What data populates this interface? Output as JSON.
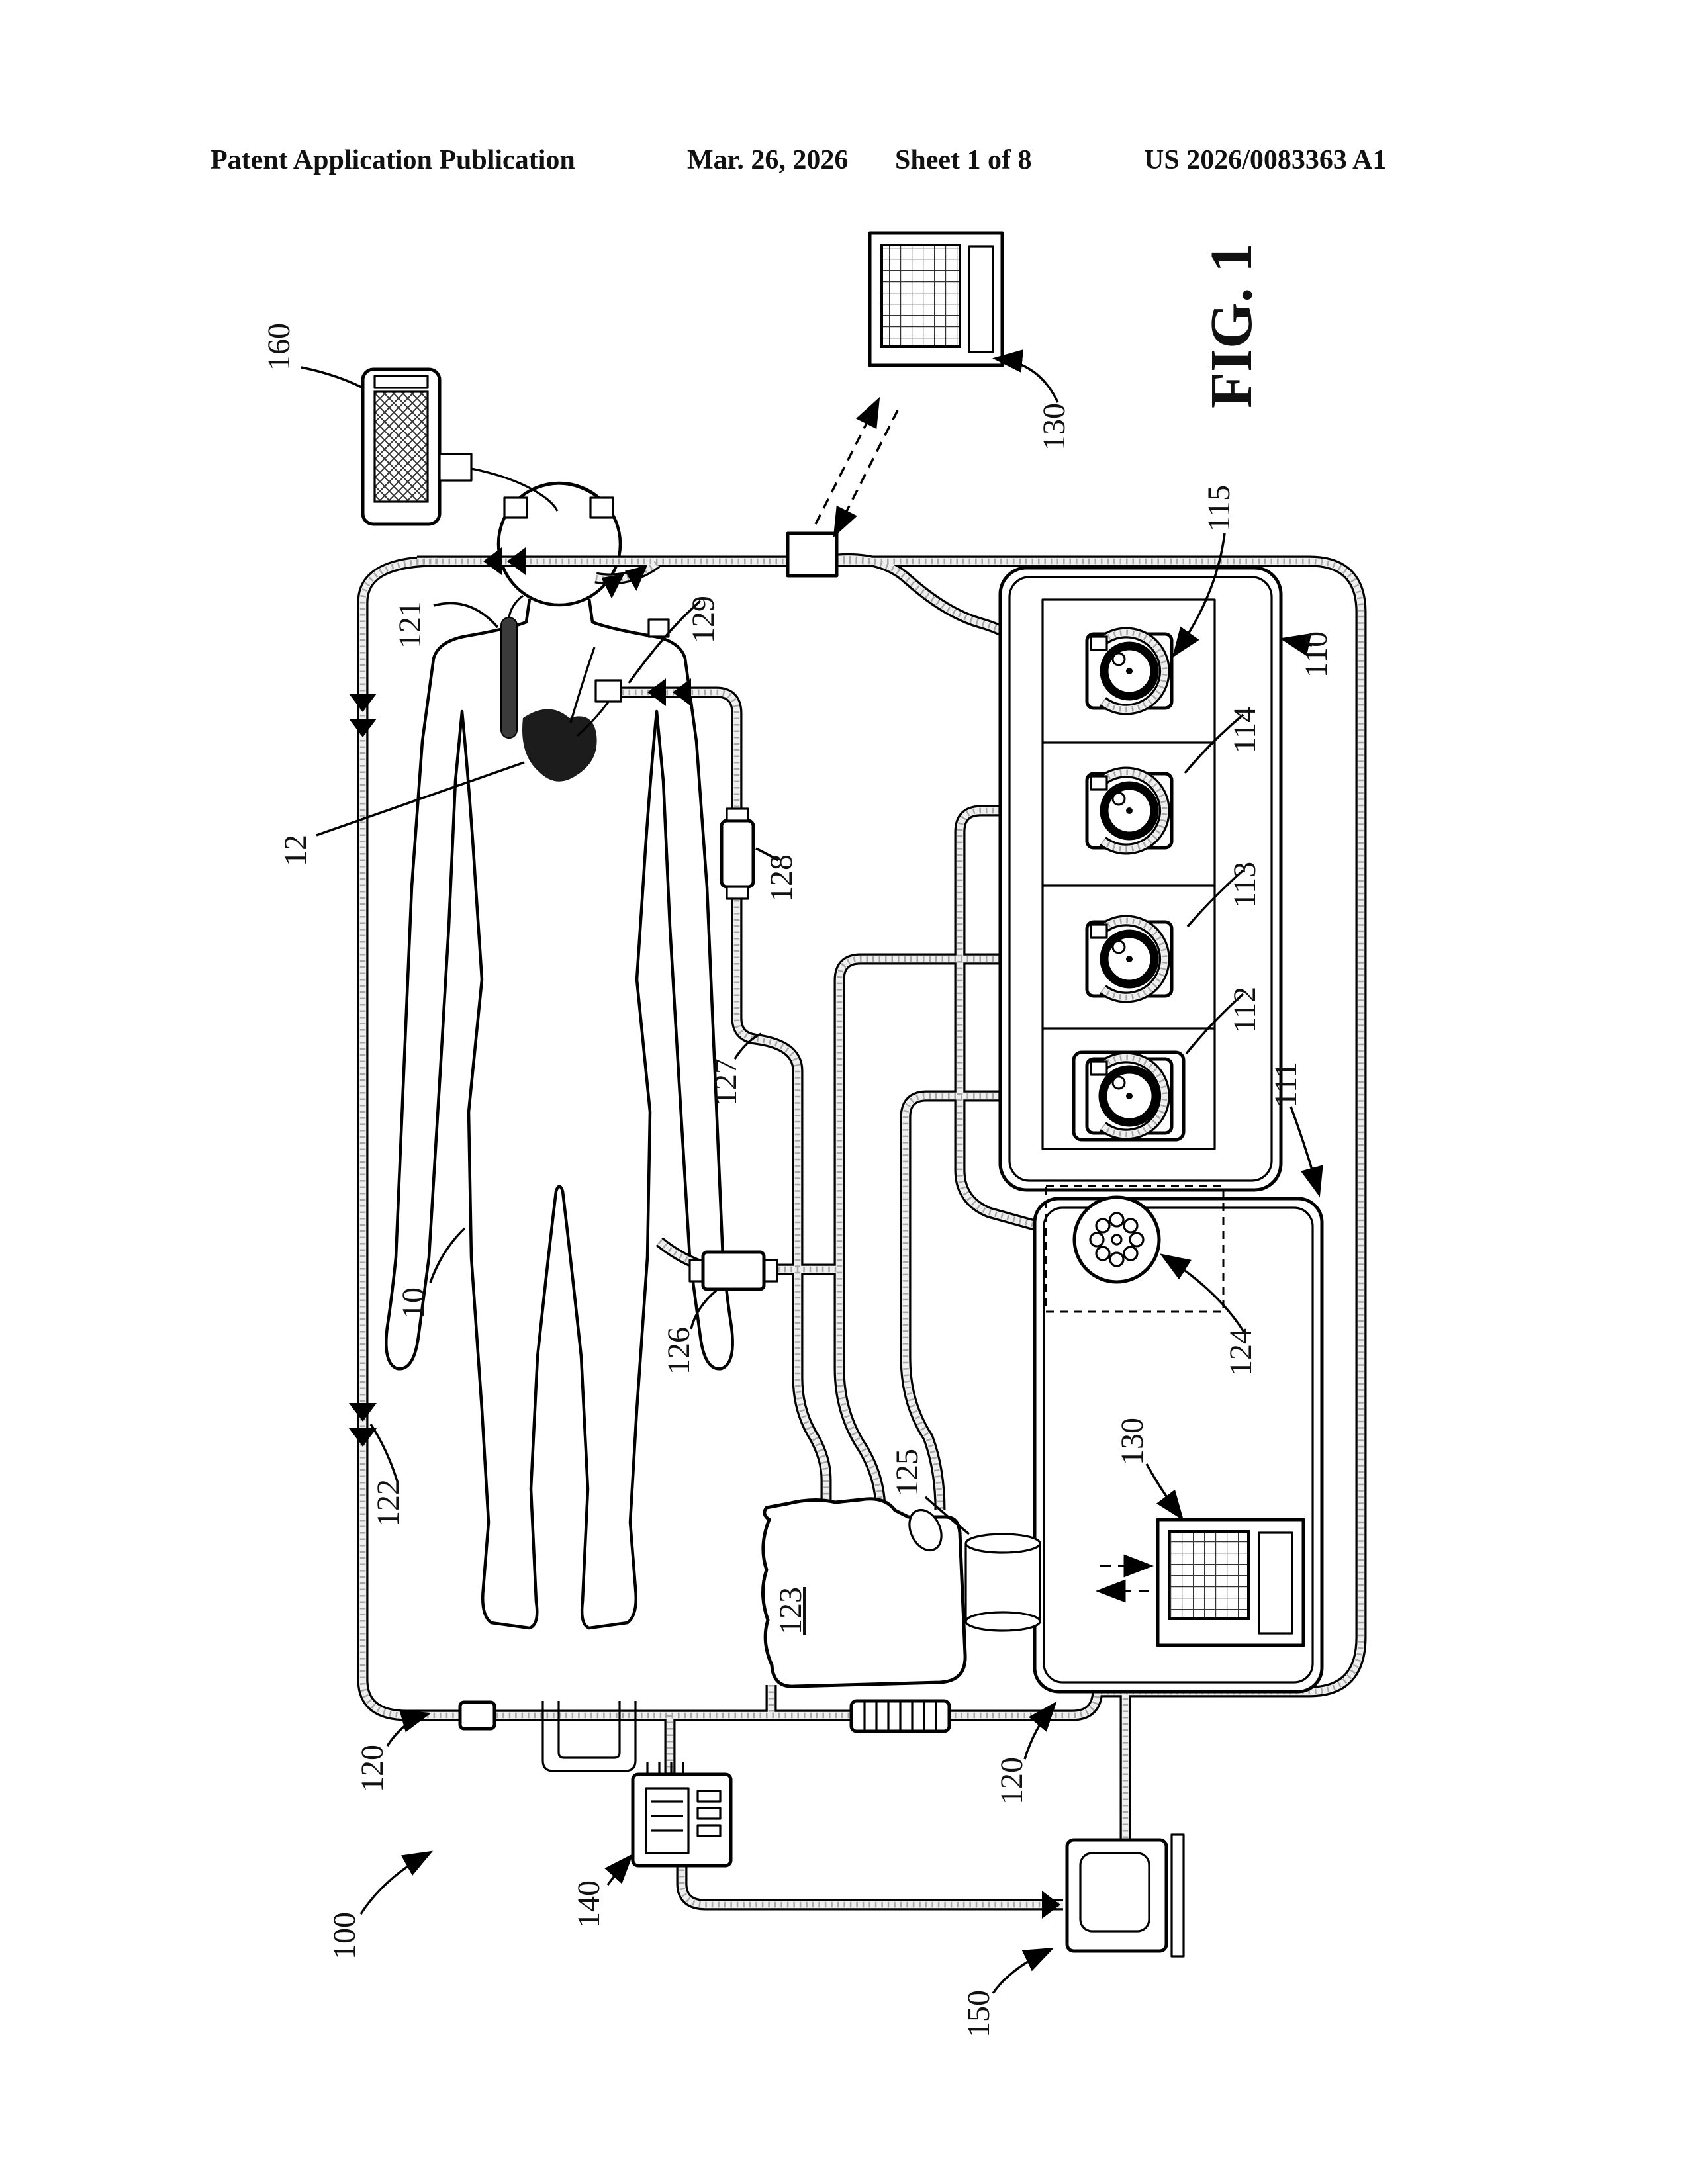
{
  "header": {
    "publication": "Patent Application Publication",
    "date": "Mar. 26, 2026",
    "sheet": "Sheet 1 of 8",
    "patent_number": "US 2026/0083363 A1"
  },
  "figure": {
    "label": "FIG. 1"
  },
  "ref": {
    "10": "10",
    "12": "12",
    "100": "100",
    "110": "110",
    "111": "111",
    "112": "112",
    "113": "113",
    "114": "114",
    "115": "115",
    "120": "120",
    "121": "121",
    "122": "122",
    "123": "123",
    "124": "124",
    "125": "125",
    "126": "126",
    "127": "127",
    "128": "128",
    "129": "129",
    "130": "130",
    "140": "140",
    "150": "150",
    "160": "160"
  }
}
